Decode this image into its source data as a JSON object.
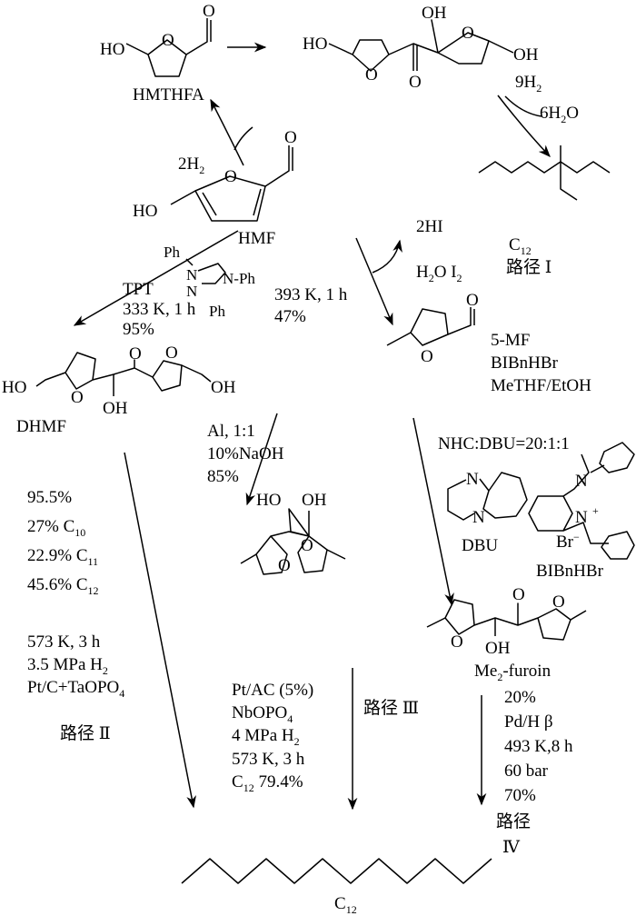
{
  "compounds": {
    "hmthfa": {
      "name": "HMTHFA",
      "ho": "HO",
      "o_ring": "O",
      "o_carbonyl": "O"
    },
    "dimer": {
      "ho": "HO",
      "o_ring1": "O",
      "o_ring2": "O",
      "o_carbonyl": "O",
      "oh1": "OH",
      "oh2": "OH"
    },
    "hmf": {
      "name": "HMF",
      "ho": "HO",
      "o_ring": "O",
      "o_carbonyl": "O"
    },
    "c12_branched": {
      "c": "C",
      "sub": "12"
    },
    "dhmf": {
      "name": "DHMF",
      "ho": "HO",
      "oh": "OH",
      "oh_mid": "OH",
      "o_ring1": "O",
      "o_ring2": "O",
      "o_carbonyl": "O"
    },
    "five_mf": {
      "o_ring": "O",
      "o_carbonyl": "O"
    },
    "diol": {
      "ho": "HO",
      "oh": "OH",
      "o_ring1": "O",
      "o_ring2": "O"
    },
    "furoin": {
      "name_main": "Me",
      "name_sub": "2",
      "name_rest": "-furoin",
      "oh": "OH",
      "o_ring1": "O",
      "o_ring2": "O",
      "o_carbonyl": "O"
    },
    "dbu": {
      "name": "DBU",
      "n1": "N",
      "n2": "N"
    },
    "bibnhbr": {
      "name": "BIBnHBr",
      "n1": "N",
      "n2": "N",
      "plus": "+",
      "br": "Br",
      "minus": "−"
    },
    "tpt": {
      "ph1": "Ph",
      "n1": "N",
      "n2": "N",
      "nph": "N-Ph",
      "ph2": "Ph"
    },
    "c12_linear": {
      "c": "C",
      "sub": "12"
    }
  },
  "route1": {
    "h2_coef": "9H",
    "h2_sub": "2",
    "h2o_coef": "6H",
    "h2o_sub": "2",
    "h2o_rest": "O",
    "label": "路径 Ⅰ",
    "h2_hydro_coef": "2H",
    "h2_hydro_sub": "2"
  },
  "hi_step": {
    "hi": "2HI",
    "h2o": "H",
    "h2o_sub": "2",
    "h2o_rest": "O I",
    "i2_sub": "2"
  },
  "tpt_step": {
    "catalyst": "TPT",
    "conditions": "333 K, 1 h",
    "yield": "95%"
  },
  "hmf_5mf_step": {
    "conditions": "393 K, 1 h",
    "yield": "47%"
  },
  "nhc_step": {
    "lines": [
      "5-MF",
      "BIBnHBr",
      "MeTHF/EtOH",
      "NHC:DBU=20:1:1"
    ]
  },
  "al_step": {
    "lines": [
      "Al, 1:1",
      "10%NaOH",
      "85%"
    ]
  },
  "route2": {
    "conv": "95.5%",
    "c10": {
      "pct": "27% C",
      "sub": "10"
    },
    "c11": {
      "pct": "22.9% C",
      "sub": "11"
    },
    "c12": {
      "pct": "45.6% C",
      "sub": "12"
    },
    "temp": "573 K, 3 h",
    "pressure": "3.5 MPa H",
    "pressure_sub": "2",
    "catalyst": "Pt/C+TaOPO",
    "catalyst_sub": "4",
    "label": "路径 Ⅱ"
  },
  "route3": {
    "catalyst": "Pt/AC (5%)",
    "support": "NbOPO",
    "support_sub": "4",
    "pressure": "4 MPa H",
    "pressure_sub": "2",
    "temp": "573 K, 3 h",
    "yield_c": "C",
    "yield_sub": "12",
    "yield_val": " 79.4%",
    "label": "路径 Ⅲ"
  },
  "route4": {
    "lines": [
      "20%",
      "Pd/H β",
      "493 K,8 h",
      "60 bar",
      "70%"
    ],
    "label_top": "路径",
    "label_bottom": "Ⅳ"
  }
}
